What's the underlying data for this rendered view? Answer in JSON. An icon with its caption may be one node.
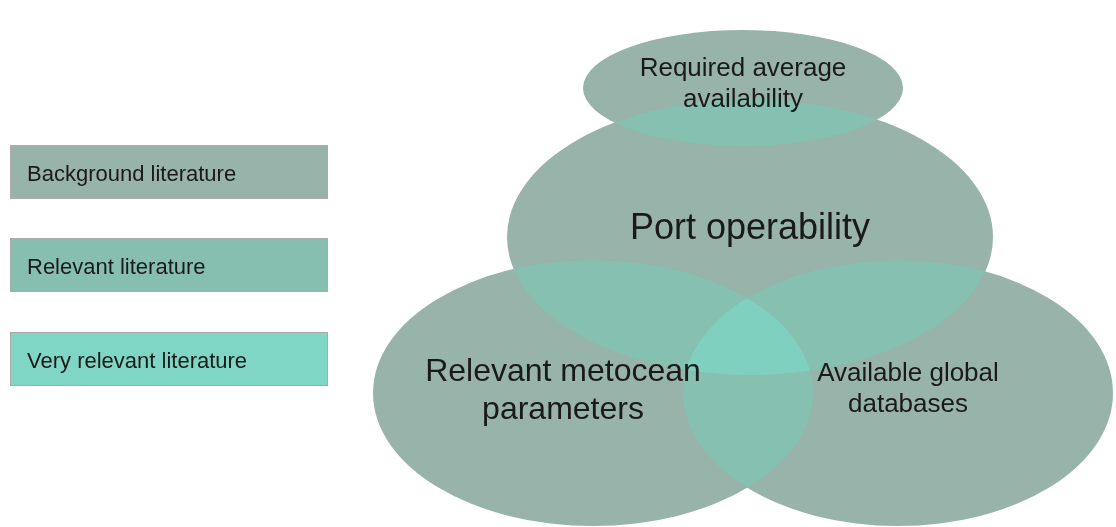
{
  "diagram": {
    "nodes": [
      {
        "text": [
          "Required average availability"
        ]
      },
      {
        "text": [
          "Port operability"
        ]
      },
      {
        "text": [
          "Relevant metocean parameters"
        ]
      },
      {
        "text": [
          "Available global databases"
        ]
      }
    ],
    "legend": [
      {
        "text": "Background literature",
        "color": "#98b3a9"
      },
      {
        "text": "Relevant literature",
        "color": "#86bfb0"
      },
      {
        "text": "Very relevant literature",
        "color": "#80d6c4"
      }
    ]
  }
}
